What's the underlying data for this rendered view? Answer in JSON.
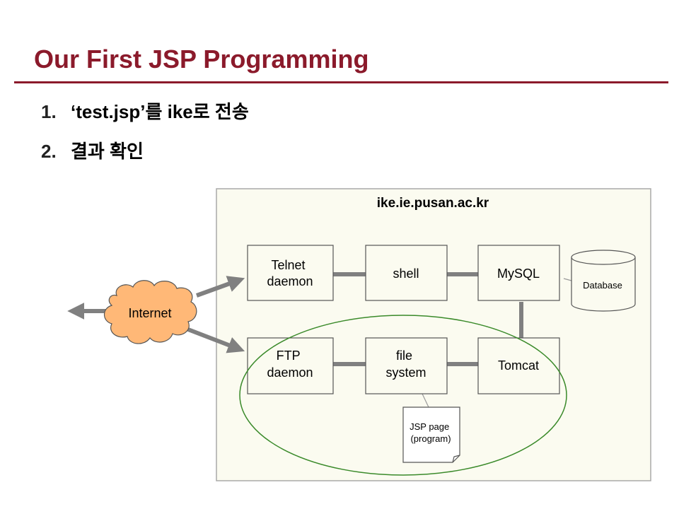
{
  "slide": {
    "title": "Our First JSP Programming",
    "steps": [
      {
        "num": "1.",
        "text": "‘test.jsp’를 ike로 전송"
      },
      {
        "num": "2.",
        "text": "결과 확인"
      }
    ]
  },
  "diagram": {
    "host": "ike.ie.pusan.ac.kr",
    "internet": "Internet",
    "telnet": [
      "Telnet",
      "daemon"
    ],
    "shell": "shell",
    "mysql": "MySQL",
    "database": "Database",
    "ftp": [
      "FTP",
      "daemon"
    ],
    "filesystem": [
      "file",
      "system"
    ],
    "tomcat": "Tomcat",
    "jsp": [
      "JSP page",
      "(program)"
    ]
  },
  "colors": {
    "title": "#8b1a2b",
    "panel_fill": "#fbfbf0",
    "cloud_fill": "#ffb877",
    "connector": "#808080",
    "ellipse": "#3a8a2a"
  }
}
